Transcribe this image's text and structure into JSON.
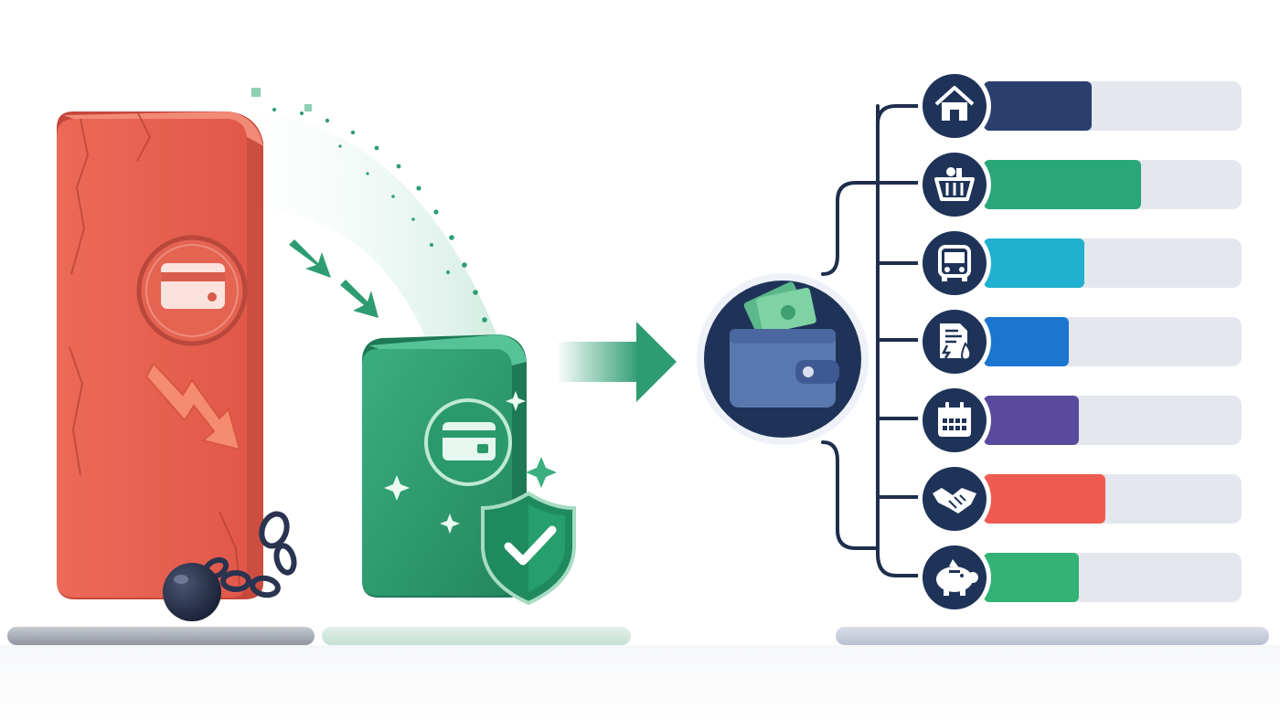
{
  "colors": {
    "debt_red": "#e8604f",
    "relief_green": "#2e9c72",
    "navy": "#1f3358",
    "track_gray": "#e4e7ee"
  },
  "left_scene": {
    "burden_block": {
      "card_icon": "credit-card-icon",
      "trend_icon": "downtrend-arrow-icon",
      "weight_icon": "ball-and-chain-icon"
    },
    "relief_block": {
      "card_icon": "credit-card-icon",
      "shield_icon": "shield-check-icon",
      "sparkle_icon": "sparkle-icon"
    },
    "transfer_arrows": "arrow-down-right-icon",
    "main_arrow": "arrow-right-icon"
  },
  "hub": {
    "icon": "wallet-with-cash-icon"
  },
  "budget_categories": [
    {
      "icon": "home-icon",
      "fill": 0.42,
      "color": "#2a3f6e"
    },
    {
      "icon": "grocery-basket-icon",
      "fill": 0.61,
      "color": "#2aa77a"
    },
    {
      "icon": "bus-icon",
      "fill": 0.39,
      "color": "#1fb1cf"
    },
    {
      "icon": "utility-bill-icon",
      "fill": 0.33,
      "color": "#1b76d0"
    },
    {
      "icon": "calendar-icon",
      "fill": 0.37,
      "color": "#5a4a9e"
    },
    {
      "icon": "handshake-icon",
      "fill": 0.47,
      "color": "#ef5b50"
    },
    {
      "icon": "piggy-bank-icon",
      "fill": 0.37,
      "color": "#32b275"
    }
  ]
}
